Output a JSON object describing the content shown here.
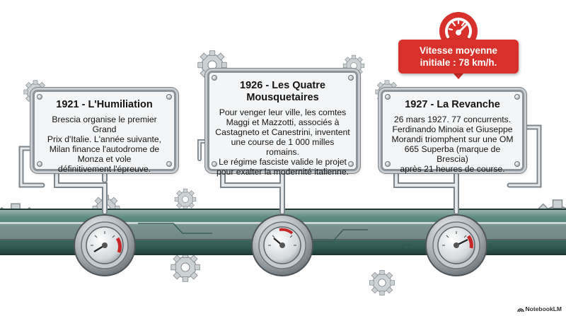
{
  "timeline": {
    "events": [
      {
        "title": "1921 - L'Humiliation",
        "body": "Brescia organise le premier Grand\nPrix d'Italie. L'année suivante,\nMilan finance l'autodrome de\nMonza et vole\ndéfinitivement l'épreuve."
      },
      {
        "title": "1926 - Les Quatre\nMousquetaires",
        "body": "Pour venger leur ville, les comtes\nMaggi et Mazzotti, associés à\nCastagneto et Canestrini, inventent\nune course de 1 000 milles romains.\nLe régime fasciste valide le projet\npour exalter la modernité italienne."
      },
      {
        "title": "1927 - La Revanche",
        "body": "26 mars 1927. 77 concurrents.\nFerdinando Minoia et Giuseppe\nMorandi triomphent sur une OM\n665 Superba (marque de Brescia)\naprès 21 heures de course."
      }
    ]
  },
  "callout": {
    "text": "Vitesse moyenne\ninitiale : 78 km/h.",
    "icon": "speedometer-icon"
  },
  "brand": {
    "label": "NotebookLM",
    "icon": "notebooklm-logo"
  },
  "colors": {
    "rail": "#4f7d72",
    "rail_dark": "#2f5750",
    "steel": "#a9b0b5",
    "gear": "#c3c8cc",
    "callout": "#d8302a",
    "gauge_red": "#c62828"
  }
}
